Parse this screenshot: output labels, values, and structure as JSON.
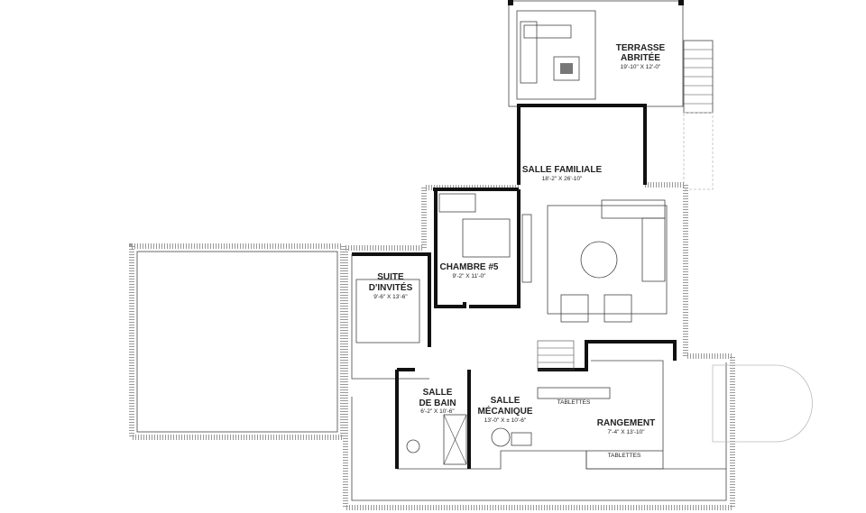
{
  "rooms": {
    "terrasse": {
      "name_1": "TERRASSE",
      "name_2": "ABRITÉE",
      "dim": "19'-10\" X 12'-0\""
    },
    "salle_familiale": {
      "name": "SALLE FAMILIALE",
      "dim": "18'-2\" X 26'-10\""
    },
    "chambre5": {
      "name": "CHAMBRE #5",
      "dim": "9'-2\" X 11'-0\""
    },
    "suite": {
      "name_1": "SUITE",
      "name_2": "D'INVITÉS",
      "dim": "9'-6\" X 13'-6\""
    },
    "salle_bain": {
      "name_1": "SALLE",
      "name_2": "DE BAIN",
      "dim": "6'-2\" X 10'-6\""
    },
    "mecanique": {
      "name_1": "SALLE",
      "name_2": "MÉCANIQUE",
      "dim": "13'-0\" X ± 10'-6\""
    },
    "rangement": {
      "name": "RANGEMENT",
      "dim": "7'-4\" X 13'-10\""
    }
  },
  "labels": {
    "tablettes_1": "TABLETTES",
    "tablettes_2": "TABLETTES"
  },
  "colors": {
    "wall": "#111111",
    "line": "#444444",
    "background": "#ffffff"
  }
}
